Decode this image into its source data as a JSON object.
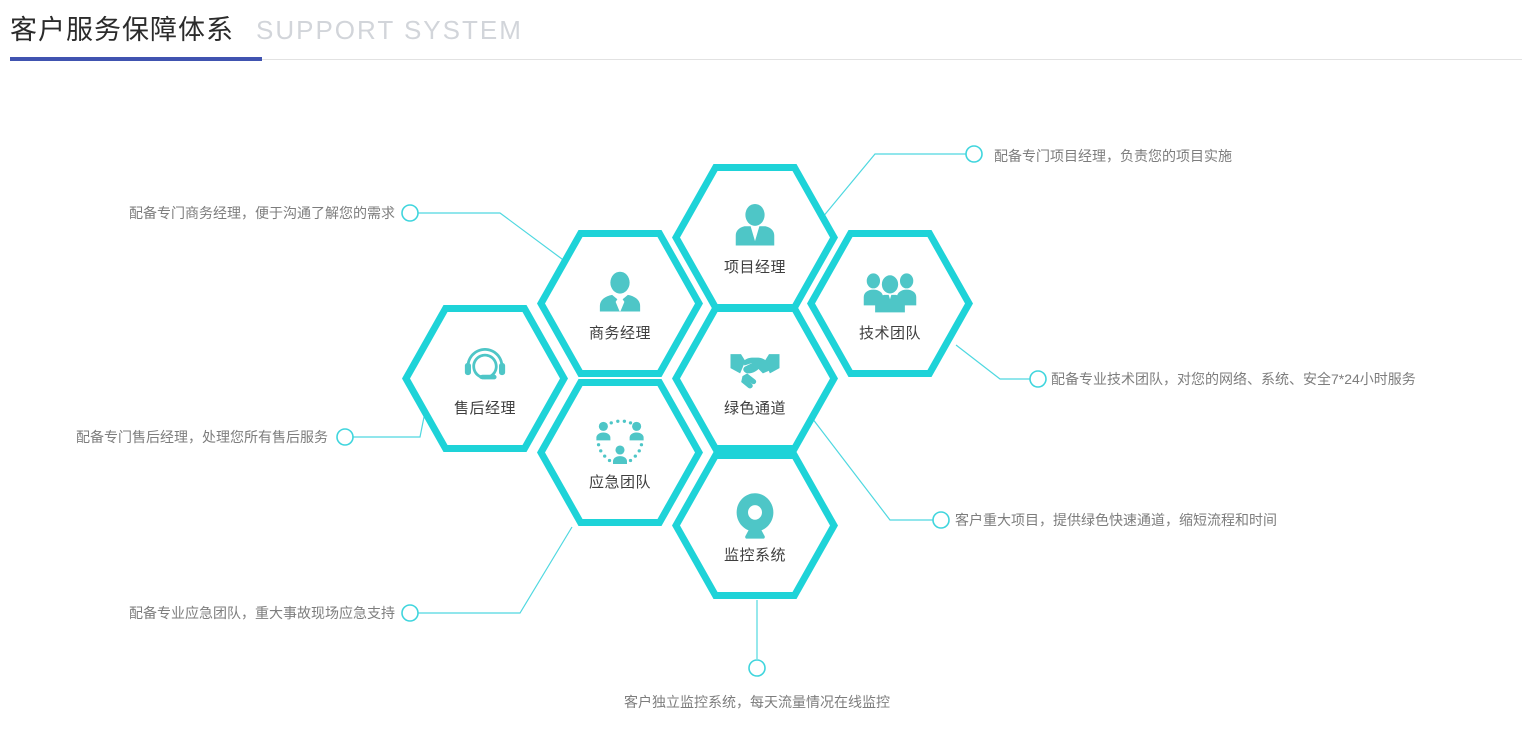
{
  "header": {
    "title_cn": "客户服务保障体系",
    "title_en": "SUPPORT SYSTEM",
    "accent_color": "#4053b0",
    "rule_color": "#e2e2e2"
  },
  "theme": {
    "hex_border_color": "#1ed3d8",
    "hex_fill_color": "#ffffff",
    "icon_color": "#4ec6c7",
    "connector_color": "#4fd8e0",
    "caption_color": "#7d7d7d",
    "hex_label_color": "#3f3f3f"
  },
  "nodes": [
    {
      "id": "after-sales-manager",
      "label": "售后经理",
      "icon": "headset-icon"
    },
    {
      "id": "business-manager",
      "label": "商务经理",
      "icon": "businessman-icon"
    },
    {
      "id": "emergency-team",
      "label": "应急团队",
      "icon": "team-network-icon"
    },
    {
      "id": "project-manager",
      "label": "项目经理",
      "icon": "manager-icon"
    },
    {
      "id": "green-channel",
      "label": "绿色通道",
      "icon": "handshake-icon"
    },
    {
      "id": "monitoring-system",
      "label": "监控系统",
      "icon": "camera-icon"
    },
    {
      "id": "technical-team",
      "label": "技术团队",
      "icon": "group-icon"
    }
  ],
  "callouts": [
    {
      "id": "callout-project-manager",
      "text": "配备专门项目经理，负责您的项目实施"
    },
    {
      "id": "callout-business-manager",
      "text": "配备专门商务经理，便于沟通了解您的需求"
    },
    {
      "id": "callout-after-sales",
      "text": "配备专门售后经理，处理您所有售后服务"
    },
    {
      "id": "callout-emergency-team",
      "text": "配备专业应急团队，重大事故现场应急支持"
    },
    {
      "id": "callout-technical-team",
      "text": "配备专业技术团队，对您的网络、系统、安全7*24小时服务"
    },
    {
      "id": "callout-green-channel",
      "text": "客户重大项目，提供绿色快速通道，缩短流程和时间"
    },
    {
      "id": "callout-monitoring-system",
      "text": "客户独立监控系统，每天流量情况在线监控"
    }
  ]
}
